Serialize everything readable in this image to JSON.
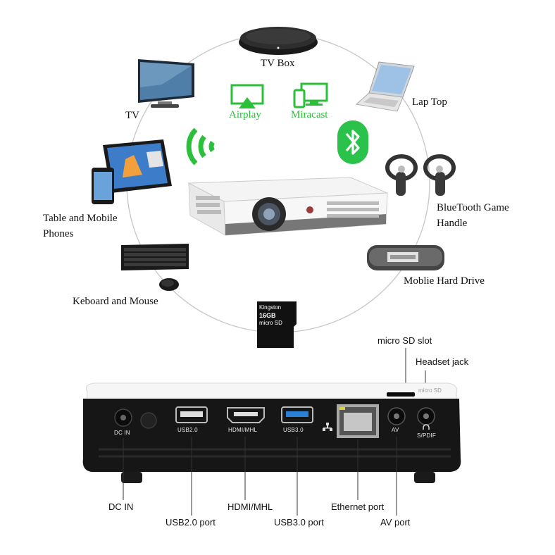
{
  "colors": {
    "wireless_green": "#2bbf3a",
    "bluetooth_green": "#2bc24b",
    "projector_white": "#f4f4f4",
    "projector_black": "#151515",
    "usb3_blue": "#2a7fd6"
  },
  "hub": {
    "tv_box": "TV Box",
    "laptop": "Lap Top",
    "tv": "TV",
    "airplay": "Airplay",
    "miracast": "Miracast",
    "tablet_line1": "Table and Mobile",
    "tablet_line2": "Phones",
    "bt_handle_line1": "BlueTooth Game",
    "bt_handle_line2": "Handle",
    "hard_drive": "Moblie Hard Drive",
    "keyboard_mouse": "Keboard and Mouse",
    "sd_brand": "Kingston",
    "sd_capacity": "16GB",
    "sd_type": "micro SD"
  },
  "icons": {
    "wifi": "wifi-icon",
    "bluetooth": "bluetooth-icon",
    "airplay": "airplay-icon",
    "miracast": "miracast-icon"
  },
  "ports": {
    "dc_in": "DC IN",
    "usb2": "USB2.0",
    "hdmi": "HDMI/MHL",
    "usb3": "USB3.0",
    "av": "AV",
    "spdif": "S/PDIF",
    "micro_sd": "micro SD"
  },
  "callouts": {
    "micro_sd_slot": "micro SD slot",
    "headset_jack": "Headset jack",
    "dc_in": "DC IN",
    "usb2_port": "USB2.0 port",
    "hdmi_mhl": "HDMI/MHL",
    "usb3_port": "USB3.0 port",
    "ethernet_port": "Ethernet port",
    "av_port": "AV port"
  }
}
